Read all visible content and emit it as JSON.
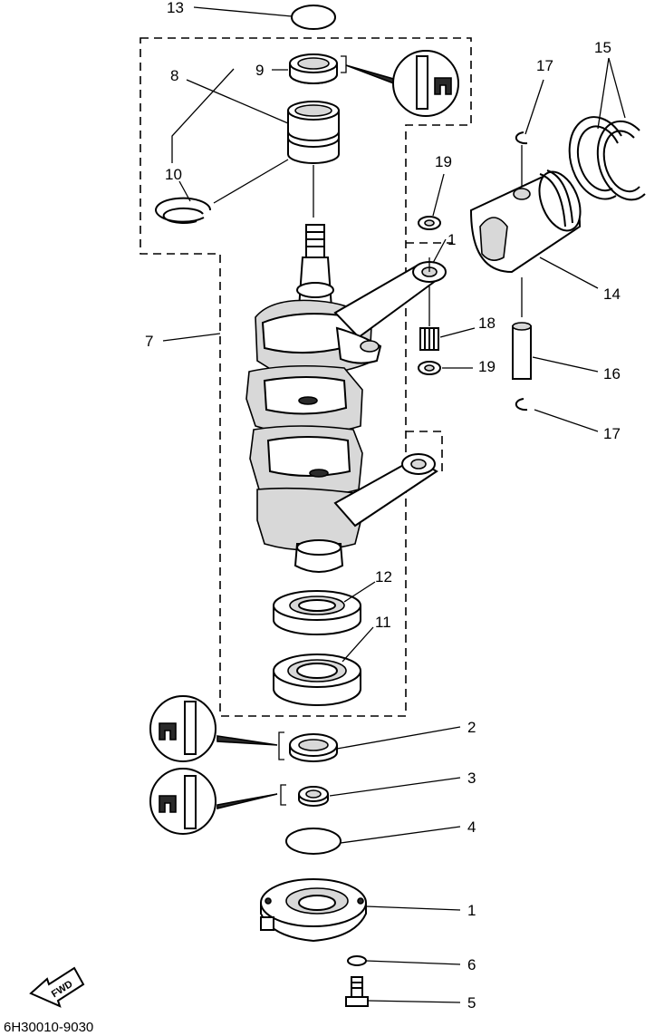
{
  "diagram_code": "6H30010-9030",
  "fwd_label": "FWD",
  "labels": {
    "p13": "13",
    "p9": "9",
    "p8": "8",
    "p10": "10",
    "p7": "7",
    "p15": "15",
    "p17a": "17",
    "p19a": "19",
    "p1a": "1",
    "p14": "14",
    "p18": "18",
    "p19b": "19",
    "p16": "16",
    "p17b": "17",
    "p12": "12",
    "p11": "11",
    "p2": "2",
    "p3": "3",
    "p4": "4",
    "p1b": "1",
    "p6": "6",
    "p5": "5"
  },
  "icons": [
    "grease-applicator-icon",
    "grease-applicator-icon",
    "grease-applicator-icon",
    "fwd-arrow-icon"
  ]
}
